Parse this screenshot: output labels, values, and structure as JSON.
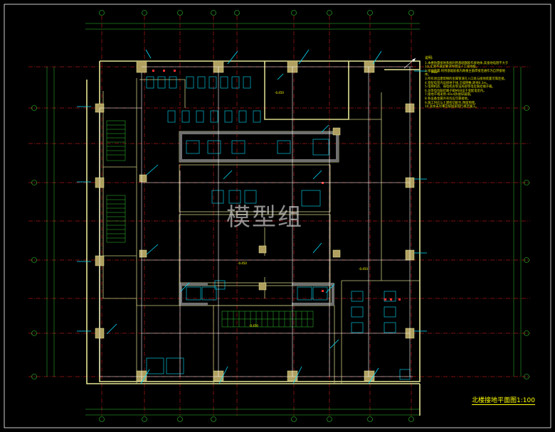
{
  "drawing": {
    "title": "北楼接地平面图1:100",
    "watermark": "模型组"
  },
  "notes": {
    "heading": "说明:",
    "lines": [
      "1.本楼防雷接地系统利用基础钢筋作接地体,其接地电阻不大于1Ω,实测不满足要求时增设人工接地极。",
      "2.接地装置:利用基础底板内两根主筋焊接连通作为自然接地体。",
      "3.所有进出建筑物的金属管道在入口处与接地装置可靠连接。",
      "4.变配电室内设接地干线,沿墙明敷,距地0.3m。",
      "5.电梯机房、弱电机房等设局部等电位联结端子箱。",
      "6.总等电位联结端子箱MEB设于变配电室内。",
      "7.接地干线采用-40x4热镀锌扁钢。",
      "8.各设备金属外壳均应可靠接地。",
      "9.施工时应与土建密切配合,预留预埋。",
      "10.其余未尽事宜按国家现行规范施工。"
    ]
  },
  "icons": {
    "north_arrow": "north-arrow-icon"
  },
  "colors": {
    "background": "#000000",
    "wall": "#e6e696",
    "grid": "#ff2020",
    "dimension": "#30c830",
    "ground_line": "#ffffff",
    "equipment": "#00e0ff",
    "text": "#ffff00",
    "column": "#b0a060"
  }
}
